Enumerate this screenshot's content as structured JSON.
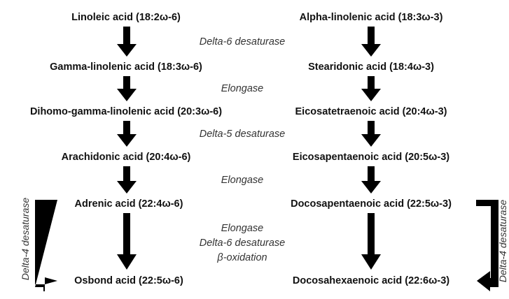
{
  "omega6": {
    "la": "Linoleic acid (18:2ω-6)",
    "gla": "Gamma-linolenic acid (18:3ω-6)",
    "dgla": "Dihomo-gamma-linolenic acid (20:3ω-6)",
    "aa": "Arachidonic acid (20:4ω-6)",
    "adrenic": "Adrenic acid (22:4ω-6)",
    "osbond": "Osbond acid (22:5ω-6)"
  },
  "omega3": {
    "ala": "Alpha-linolenic acid (18:3ω-3)",
    "sda": "Stearidonic acid (18:4ω-3)",
    "eta": "Eicosatetraenoic acid (20:4ω-3)",
    "epa": "Eicosapentaenoic acid (20:5ω-3)",
    "dpa": "Docosapentaenoic acid (22:5ω-3)",
    "dha": "Docosahexaenoic acid (22:6ω-3)"
  },
  "enzymes": {
    "step1": "Delta-6 desaturase",
    "step2": "Elongase",
    "step3": "Delta-5 desaturase",
    "step4": "Elongase",
    "step5_line1": "Elongase",
    "step5_line2": "Delta-6 desaturase",
    "step5_line3": "β-oxidation"
  },
  "side_labels": {
    "left": "Delta-4 desaturase",
    "right": "Delta-4 desaturase"
  },
  "colors": {
    "text": "#111111",
    "enzyme_text": "#333333",
    "arrow": "#000000"
  }
}
